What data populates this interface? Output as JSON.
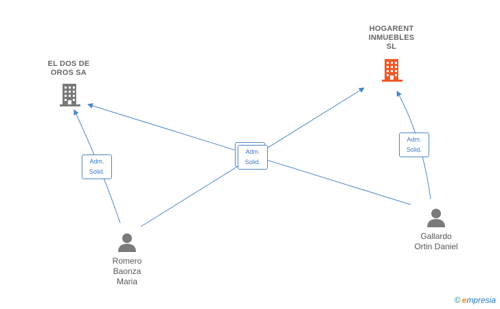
{
  "companies": [
    {
      "name_line1": "EL DOS DE",
      "name_line2": "OROS SA",
      "name_line3": ""
    },
    {
      "name_line1": "HOGARENT",
      "name_line2": "INMUEBLES",
      "name_line3": "SL"
    }
  ],
  "people": [
    {
      "line1": "Romero",
      "line2": "Baonza",
      "line3": "Maria"
    },
    {
      "line1": "Gallardo",
      "line2": "Ortin Daniel",
      "line3": ""
    }
  ],
  "relations": [
    {
      "line1": "Adm.",
      "line2": "Solid."
    },
    {
      "line1": "Adm.",
      "line2": "Solid."
    },
    {
      "line1": "Adm.",
      "line2": "Solid."
    }
  ],
  "colors": {
    "company_main": "#f05a28",
    "company_other": "#7a7a7a",
    "edge": "#4a86c8"
  },
  "footer": {
    "copyright": "©",
    "brand_first": "e",
    "brand_rest": "mpresia"
  }
}
